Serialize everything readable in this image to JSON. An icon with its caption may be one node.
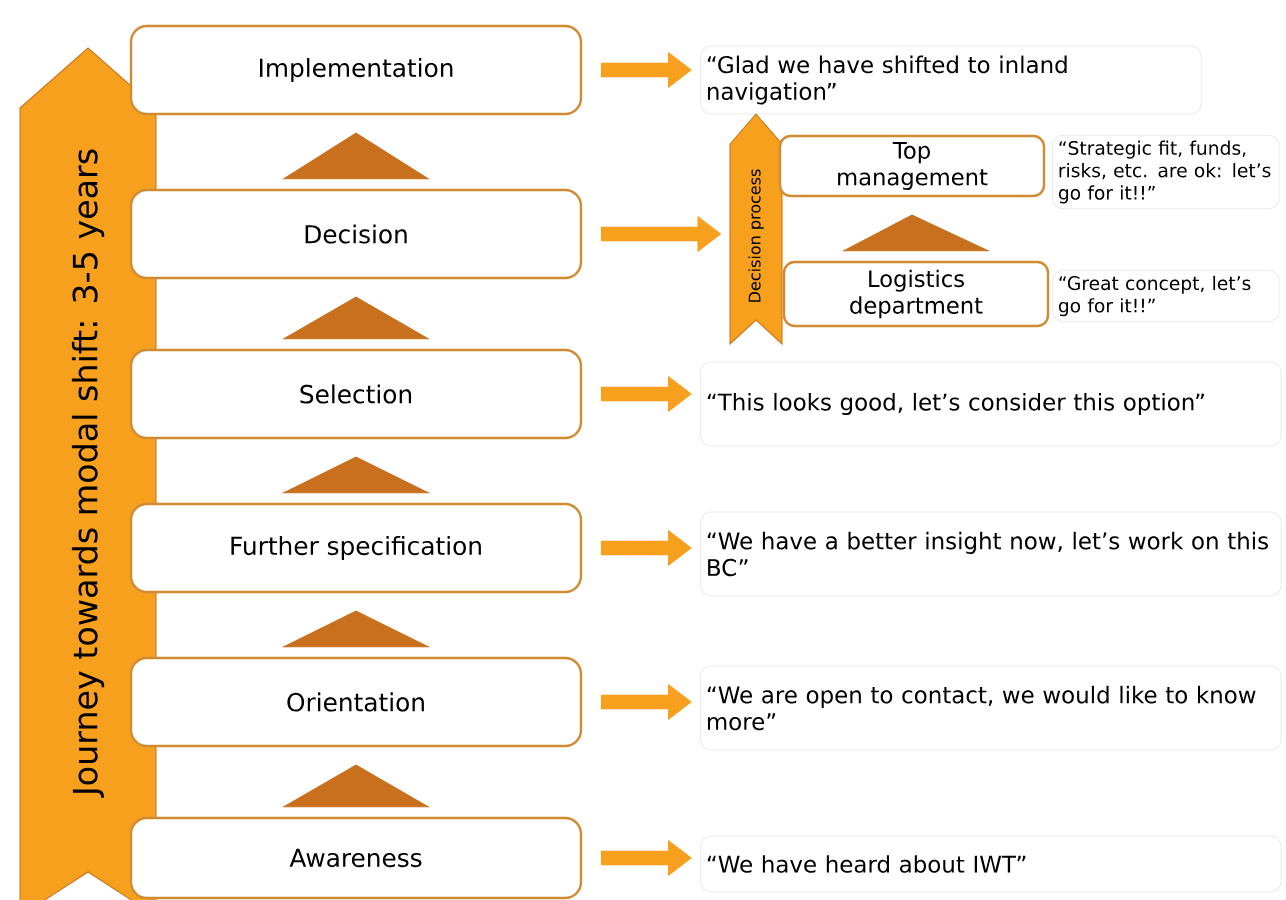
{
  "diagram": {
    "nodes": [
      {
        "text": [
          "Journey towards modal shift: 3-5 years"
        ]
      },
      {
        "text": [
          "Implementation"
        ]
      },
      {
        "text": [
          "Decision"
        ]
      },
      {
        "text": [
          "Selection"
        ]
      },
      {
        "text": [
          "Further specification"
        ]
      },
      {
        "text": [
          "Orientation"
        ]
      },
      {
        "text": [
          "Awareness"
        ]
      },
      {
        "text": [
          "“Glad we have shifted to inland navigation”"
        ]
      },
      {
        "text": [
          "Decision process"
        ]
      },
      {
        "text": [
          "Top management"
        ],
        "beside": [
          "“Strategic fit, funds, risks, etc. are ok: let’s go for it!!”"
        ]
      },
      {
        "text": [
          "Logistics department"
        ],
        "beside": [
          "“Great concept, let’s go for it!!”"
        ]
      },
      {
        "text": [
          "“This looks good, let’s consider this option”"
        ]
      },
      {
        "text": [
          "“We have a better insight now, let’s work on this BC”"
        ]
      },
      {
        "text": [
          "“We are open to contact, we would like to know more”"
        ]
      },
      {
        "text": [
          "“We have heard about IWT”"
        ]
      }
    ],
    "edges": [
      {
        "from": 1,
        "to": 7,
        "arrow": "to"
      },
      {
        "from": 2,
        "to": 8,
        "arrow": "to"
      },
      {
        "from": 3,
        "to": 11,
        "arrow": "to"
      },
      {
        "from": 4,
        "to": 12,
        "arrow": "to"
      },
      {
        "from": 5,
        "to": 13,
        "arrow": "to"
      },
      {
        "from": 6,
        "to": 14,
        "arrow": "to"
      },
      {
        "from": 2,
        "to": 1,
        "arrow": "to",
        "style": "thick"
      },
      {
        "from": 3,
        "to": 2,
        "arrow": "to",
        "style": "thick"
      },
      {
        "from": 4,
        "to": 3,
        "arrow": "to",
        "style": "thick"
      },
      {
        "from": 5,
        "to": 4,
        "arrow": "to",
        "style": "thick"
      },
      {
        "from": 6,
        "to": 5,
        "arrow": "to",
        "style": "thick"
      },
      {
        "from": 10,
        "to": 9,
        "arrow": "to",
        "style": "thick"
      }
    ]
  }
}
